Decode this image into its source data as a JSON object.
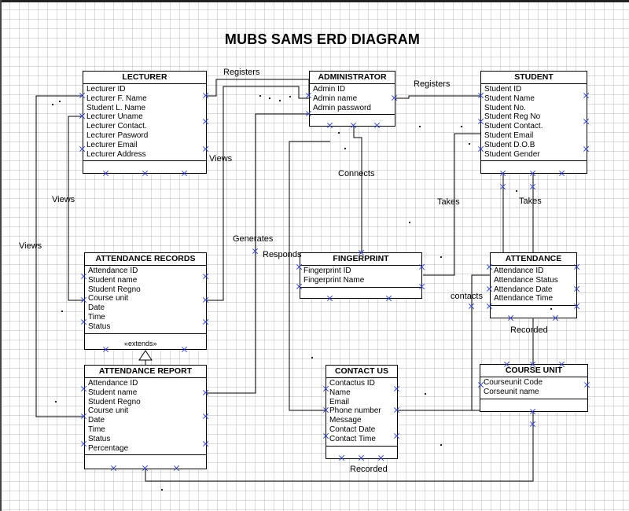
{
  "diagram": {
    "title": "MUBS SAMS ERD DIAGRAM",
    "entities": {
      "lecturer": {
        "name": "LECTURER",
        "attributes": [
          "Lecturer ID",
          "Lecturer F. Name",
          "Student L. Name",
          "Lecturer Uname",
          "Lecturer Contact.",
          "Lecturer Pasword",
          "Lecturer Email",
          "Lecturer Address"
        ]
      },
      "administrator": {
        "name": "ADMINISTRATOR",
        "attributes": [
          "Admin ID",
          "Admin name",
          "Admin password"
        ]
      },
      "student": {
        "name": "STUDENT",
        "attributes": [
          "Student ID",
          "Student Name",
          "Student No.",
          "Student Reg No",
          "Student Contact.",
          "Student Email",
          "Student D.O.B",
          "Student Gender"
        ]
      },
      "attendance_records": {
        "name": "ATTENDANCE RECORDS",
        "attributes": [
          "Attendance ID",
          "Student name",
          "Student Regno",
          "Course unit",
          "Date",
          "Time",
          "Status"
        ],
        "stereotype": "«extends»"
      },
      "fingerprint": {
        "name": "FINGERPRINT",
        "attributes": [
          "Fingerprint ID",
          "Fingerprint Name"
        ]
      },
      "attendance": {
        "name": "ATTENDANCE",
        "attributes": [
          "Attendance ID",
          "Attendance Status",
          "Attendance Date",
          "Attendance Time"
        ]
      },
      "attendance_report": {
        "name": "ATTENDANCE REPORT",
        "attributes": [
          "Attendance ID",
          "Student name",
          "Student Regno",
          "Course unit",
          "Date",
          "Time",
          "Status",
          "Percentage"
        ]
      },
      "contact_us": {
        "name": "CONTACT US",
        "attributes": [
          "Contactus ID",
          "Name",
          "Email",
          "Phone number",
          "Message",
          "Contact Date",
          "Contact Time"
        ]
      },
      "course_unit": {
        "name": "COURSE UNIT",
        "attributes": [
          "Courseunit Code",
          "Corseunit name"
        ]
      }
    },
    "relationships": {
      "lecturer_admin": "Registers",
      "admin_student": "Registers",
      "lecturer_views": "Views",
      "left_views": "Views",
      "far_left_views": "Views",
      "admin_fingerprint": "Connects",
      "student_fingerprint": "Takes",
      "student_attendance": "Takes",
      "generates": "Generates",
      "responds": "Responds",
      "contacts": "contacts",
      "attendance_course": "Recorded",
      "report_course": "Recorded"
    }
  },
  "colors": {
    "line": "#000000",
    "endpoint": "#2a3fd0"
  }
}
